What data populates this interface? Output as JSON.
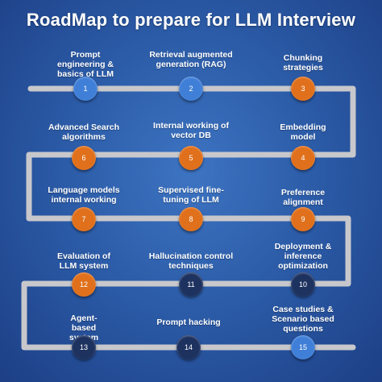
{
  "title": "RoadMap to prepare for LLM Interview",
  "colors": {
    "blue": "#3f7fd8",
    "orange": "#e0701b",
    "navy": "#1e3260",
    "track": "#c8c8cc"
  },
  "steps": [
    {
      "num": "1",
      "label": "Prompt engineering & basics of LLM",
      "color": "blue"
    },
    {
      "num": "2",
      "label": "Retrieval augmented generation (RAG)",
      "color": "blue"
    },
    {
      "num": "3",
      "label": "Chunking strategies",
      "color": "orange"
    },
    {
      "num": "4",
      "label": "Embedding model",
      "color": "orange"
    },
    {
      "num": "5",
      "label": "Internal working of vector DB",
      "color": "orange"
    },
    {
      "num": "6",
      "label": "Advanced Search algorithms",
      "color": "orange"
    },
    {
      "num": "7",
      "label": "Language models internal working",
      "color": "orange"
    },
    {
      "num": "8",
      "label": "Supervised fine-tuning of LLM",
      "color": "orange"
    },
    {
      "num": "9",
      "label": "Preference alignment",
      "color": "orange"
    },
    {
      "num": "10",
      "label": "Deployment & inference optimization",
      "color": "navy"
    },
    {
      "num": "11",
      "label": "Hallucination control techniques",
      "color": "navy"
    },
    {
      "num": "12",
      "label": "Evaluation of LLM system",
      "color": "orange"
    },
    {
      "num": "13",
      "label": "Agent-based system",
      "color": "navy"
    },
    {
      "num": "14",
      "label": "Prompt hacking",
      "color": "navy"
    },
    {
      "num": "15",
      "label": "Case studies & Scenario based questions",
      "color": "blue"
    }
  ]
}
